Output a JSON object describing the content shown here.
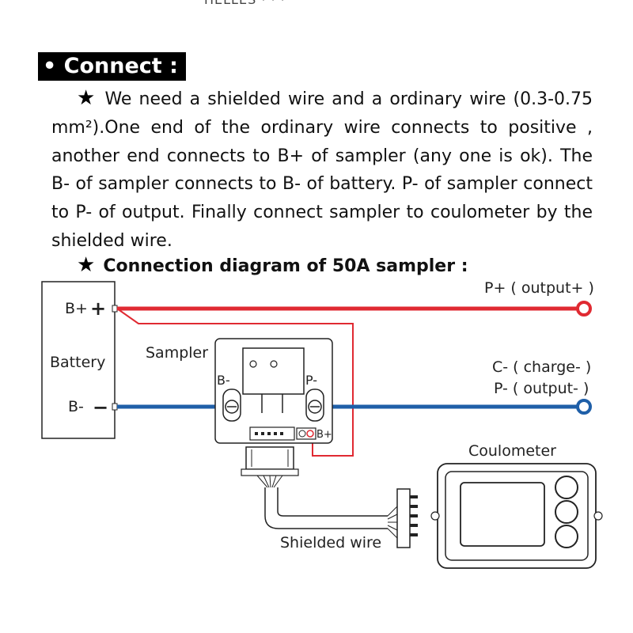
{
  "top_fragment": "HELLES    · · ·",
  "heading": "• Connect :",
  "star_symbol": "★",
  "paragraph": "We need a shielded wire and a ordinary wire (0.3-0.75 mm²).One end of the ordinary wire connects to positive , another end connects to B+ of sampler (any one is ok). The B- of sampler connects to B- of battery. P- of sampler connect to P- of output. Finally connect sampler to coulometer by the shielded wire.",
  "sub_heading": "Connection diagram of 50A sampler :",
  "diagram": {
    "battery_label": "Battery",
    "b_plus_label": "B+",
    "b_minus_label": "B-",
    "plus_sign": "+",
    "minus_sign": "−",
    "sampler_label": "Sampler",
    "sampler_b_minus": "B-",
    "sampler_p_minus": "P-",
    "sampler_b_plus": "B+",
    "p_plus_output": "P+ ( output+ )",
    "c_minus_charge": "C- ( charge- )",
    "p_minus_output": "P- ( output- )",
    "coulometer_label": "Coulometer",
    "shielded_wire_label": "Shielded wire",
    "colors": {
      "positive_wire": "#e02a32",
      "negative_wire": "#1f5fa8",
      "outline": "#222222"
    }
  }
}
